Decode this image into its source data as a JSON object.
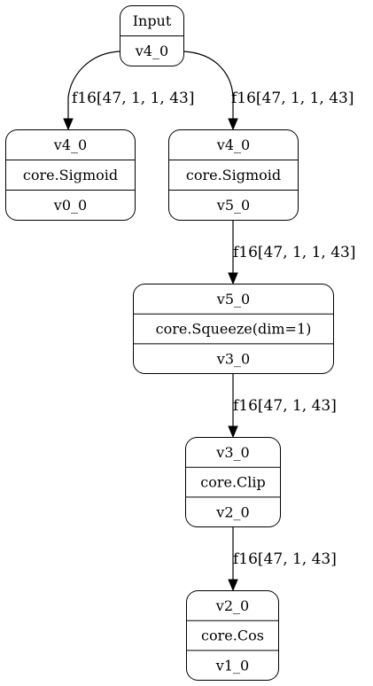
{
  "nodes": [
    {
      "id": "input",
      "rows": [
        "Input",
        "v4_0"
      ],
      "kind": "input"
    },
    {
      "id": "sig_left",
      "rows": [
        "v4_0",
        "core.Sigmoid",
        "v0_0"
      ],
      "kind": "op"
    },
    {
      "id": "sig_right",
      "rows": [
        "v4_0",
        "core.Sigmoid",
        "v5_0"
      ],
      "kind": "op"
    },
    {
      "id": "squeeze",
      "rows": [
        "v5_0",
        "core.Squeeze(dim=1)",
        "v3_0"
      ],
      "kind": "op"
    },
    {
      "id": "clip",
      "rows": [
        "v3_0",
        "core.Clip",
        "v2_0"
      ],
      "kind": "op"
    },
    {
      "id": "cos",
      "rows": [
        "v2_0",
        "core.Cos",
        "v1_0"
      ],
      "kind": "op"
    }
  ],
  "edges": [
    {
      "from": "input",
      "to": "sig_left",
      "label": "f16[47, 1, 1, 43]"
    },
    {
      "from": "input",
      "to": "sig_right",
      "label": "f16[47, 1, 1, 43]"
    },
    {
      "from": "sig_right",
      "to": "squeeze",
      "label": "f16[47, 1, 1, 43]"
    },
    {
      "from": "squeeze",
      "to": "clip",
      "label": "f16[47, 1, 43]"
    },
    {
      "from": "clip",
      "to": "cos",
      "label": "f16[47, 1, 43]"
    }
  ],
  "colors": {
    "input_fill": "#99f0f8",
    "node_fill": "#ffffff",
    "stroke": "#000000"
  }
}
